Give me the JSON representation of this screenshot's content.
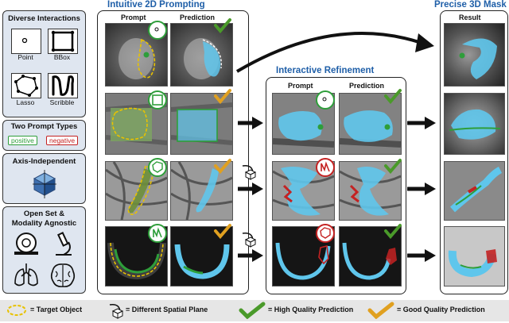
{
  "sidebar": {
    "interactions_title": "Diverse Interactions",
    "interaction_labels": [
      "Point",
      "BBox",
      "Lasso",
      "Scribble"
    ],
    "prompt_types_title": "Two Prompt Types",
    "positive_label": "positive",
    "negative_label": "negative",
    "axis_title": "Axis-Independent",
    "openset_title": "Open Set &",
    "openset_title2": "Modality Agnostic"
  },
  "section1": {
    "title": "Intuitive 2D Prompting",
    "col_prompt": "Prompt",
    "col_prediction": "Prediction"
  },
  "section2": {
    "title": "Interactive Refinement",
    "col_prompt": "Prompt",
    "col_prediction": "Prediction"
  },
  "section3": {
    "title": "Precise 3D Mask",
    "col_result": "Result"
  },
  "legend": {
    "target_object": "= Target Object",
    "spatial_plane": "= Different Spatial Plane",
    "high_quality": "= High Quality Prediction",
    "good_quality": "= Good Quality Prediction"
  },
  "colors": {
    "positive": "#2e9e3a",
    "negative": "#c42222",
    "high_check": "#4a9a2a",
    "good_check": "#e0a020",
    "mask_blue": "#5fc6ec",
    "title_blue": "#1f5fa8",
    "target_yellow": "#e8c200"
  }
}
